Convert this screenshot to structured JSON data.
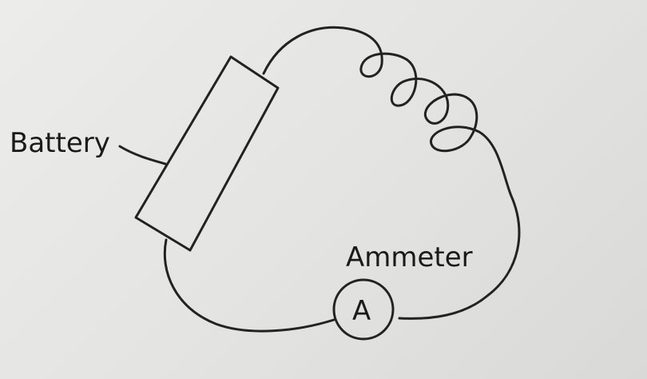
{
  "diagram": {
    "battery_label": "Battery",
    "ammeter_label": "Ammeter",
    "ammeter_symbol": "A",
    "line_color": "#222222",
    "background_color": "#e6e6e4"
  }
}
